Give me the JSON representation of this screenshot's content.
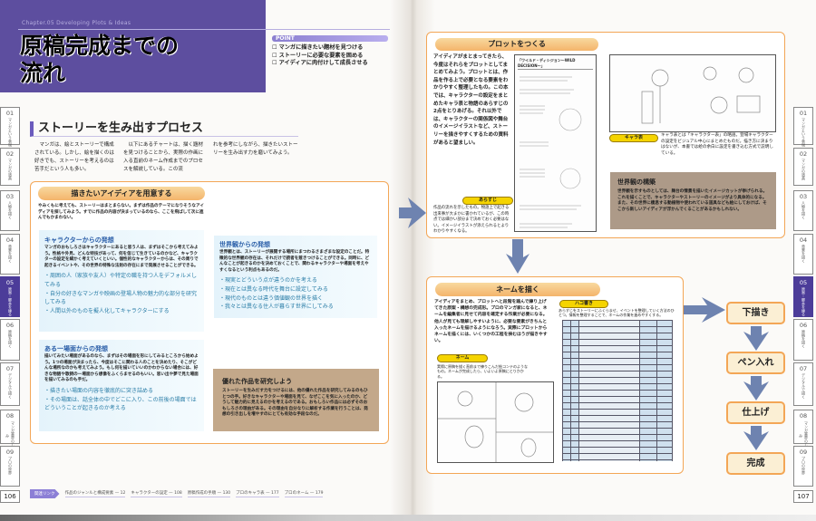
{
  "header": {
    "chapter": "Chapter.05  Developing Plots & Ideas",
    "title_line1": "原稿完成までの",
    "title_line2": "流れ"
  },
  "point": {
    "label": "POINT",
    "items": [
      "マンガに描きたい題材を見つける",
      "ストーリーに必要な要素を固める",
      "アイディアに肉付けして成長させる"
    ]
  },
  "tabs": [
    {
      "num": "01",
      "label": "マンガという表現"
    },
    {
      "num": "02",
      "label": "マンガの道具"
    },
    {
      "num": "03",
      "label": "人物を描く"
    },
    {
      "num": "04",
      "label": "背景を描く"
    },
    {
      "num": "05",
      "label": "原案・脚本を練る"
    },
    {
      "num": "06",
      "label": "原稿を描く"
    },
    {
      "num": "07",
      "label": "デジタルで描く"
    },
    {
      "num": "08",
      "label": "マンガ業界のしくみ"
    },
    {
      "num": "09",
      "label": "プロの世界"
    }
  ],
  "pages": {
    "left": "106",
    "right": "107"
  },
  "section": {
    "title": "ストーリーを生み出すプロセス",
    "col1": "マンガは、絵とストーリーで構成されている。しかし、絵を描くのは好きでも、ストーリーを考えるのは苦手だという人も多い。",
    "col2": "以下にあるチャートは、描く題材を見つけることから、実際の作画に入る直前のネーム作成までのプロセスを解説している。この流",
    "col3": "れを参考にしながら、描きたいストーリーを生み出す力を磨いてみよう。"
  },
  "idea": {
    "title": "描きたいアイディアを用意する",
    "intro": "やみくもに考えても、ストーリーはまとまらない。まずは作品のテーマになりそうなアイディアを探してみよう。すでに作品の内容が決まっているのなら、ここを飛ばして次に進んでもかまわない。",
    "character": {
      "title": "キャラクターからの発想",
      "body": "マンガのおもしろさはキャラクターにあると思う人は、まずはそこから考えてみよう。性格や外見、どんな特技があって、何を信じて生きているのかなど、キャラクターの設定を細かく考えていくといい。個性的なキャラクターからは、その周りで起きるイベントや、その世界の特殊な法則の存在にまで発展させることができる。",
      "items": [
        "周囲の人（家族や友人）や特定の職を持つ人をデフォルメしてみる",
        "自分の好きなマンガや映画の登場人物の魅力的な部分を研究してみる",
        "人間以外のものを擬人化してキャラクターにする"
      ]
    },
    "world": {
      "title": "世界観からの発想",
      "body": "世界観とは、ストーリーが展開する場所にまつわるさまざまな設定のことだ。特徴的な世界観の存在は、それだけで読者を惹きつけることができる。同時に、どんなことが起きるのかを決めておくことで、関わるキャラクターや場面を考えやすくなるという利点もあるのだ。",
      "items": [
        "現実とどういう点が違うのかを考える",
        "現在とは異なる時代を舞台に設定してみる",
        "現代のものとは違う価値観の世界を描く",
        "我々とは異なる住人が暮らす世界にしてみる"
      ]
    },
    "scene": {
      "title": "ある一場面からの発想",
      "body": "描いてみたい場面があるのなら、まずはその場面を形にしてみるところから始めよう。1つの場面が決まったら、今度はそこに関わる人のことを決めたり、そこがどんな場所なのかも考えてみよう。もし何を描いていいのかわからない場合には、好きな物語や歌詞の一場面から想像をふくらませるのもいい。思い出や夢で見た場面を描いてみるのも手だ。",
      "items": [
        "描きたい場面の内容を徹底的に突き詰める",
        "その場面は、話全体の中でどこに入り、この前後の場面ではどういうことが起きるのか考える"
      ]
    },
    "study": {
      "title": "優れた作品を研究しよう",
      "body": "ストーリーを生みだす力をつけるには、他の優れた作品を研究してみるのもひとつの手。好きなキャラクターや場面を見て、なぜここを気に入ったのか、どうして魅力的に見えるのかを考えるのである。おもしろい作品には必ずそのおもしろさの理由がある。その理由を自分なりに解析する作業を行うことは、発想の引き出しを増やすのにとても有効な手段なのだ。"
    }
  },
  "related": {
    "label": "関連リンク",
    "items": [
      {
        "t": "作品のジャンルと構成要素",
        "p": "12"
      },
      {
        "t": "キャラクターの設定",
        "p": "108"
      },
      {
        "t": "原稿作成の手順",
        "p": "130"
      },
      {
        "t": "プロのキャラ表",
        "p": "177"
      },
      {
        "t": "プロのネーム",
        "p": "179"
      }
    ]
  },
  "plot": {
    "title": "プロットをつくる",
    "body": "アイディアがまとまってきたら、今度はそれらをプロットとしてまとめてみよう。プロットとは、作品を作る上で必要となる要素をわかりやすく整理したもの。この本では、キャラクターの設定をまとめたキャラ表と物語のあらすじの2点をとりあげる。それ以外では、キャラクターの関係図や舞台のイメージイラストなど、ストーリーを描きやすくするための資料があると望ましい。",
    "doc_title": "「ワイルド・ディシジョン～WILD DECISION～」",
    "arasuji": {
      "label": "あらすじ",
      "body": "作品の流れを示したもの。物語上で起きる出来事が大まかに書かれているが、この時点では細かい部分まで決めておく必要はない。イメージイラストが添えられるとよりわかりやすくなる。"
    },
    "chara": {
      "label": "キャラ表",
      "body": "キャラ表とは「キャラクター表」の略語。登場キャラクターの設定をビジュアル中心にまとめたものだ。描き方に決まりはないが、本書では絵の余白に設定を書き込む方式で説明している。"
    },
    "world": {
      "title": "世界観の構築",
      "body": "世界観を示すものとしては、舞台の情景を描いたイメージカットが挙げられる。これを描くことで、キャラクターやストーリーのイメージがより具体的になる。また、その世界に棲息する動植物や使われている道具なども絵にしておけば、そこから新しいアイディアが浮かんでくることがあるかもしれない。"
    }
  },
  "name": {
    "title": "ネームを描く",
    "body": "アイディアをまとめ、プロットへと段階を踏んで練り上げてきた原案・構想の完成形。プロのマンガ家になると、ネームを編集者に見せて内容を確定する作業が必要になる。他人が見ても理解しやすいように、必要な要素がきちんと入ったネームを描けるようになろう。実際にプロットからネームを描くには、いくつかの工程を挟むほうが描きやすい。",
    "hako": {
      "label": "ハコ書き",
      "body": "あらすじをストーリーにふくらませ、イベントを整理していく方法のひとつ。情報を整理することで、ネームの作業を進めやすくする。"
    },
    "neme": {
      "label": "ネーム",
      "body": "実際に原稿を描く直前まで練りこんだ絵コンテのようなもの。ネームが完成したら、いよいよ原稿にとりかかる。"
    }
  },
  "flow": [
    "下描き",
    "ペン入れ",
    "仕上げ",
    "完成"
  ]
}
